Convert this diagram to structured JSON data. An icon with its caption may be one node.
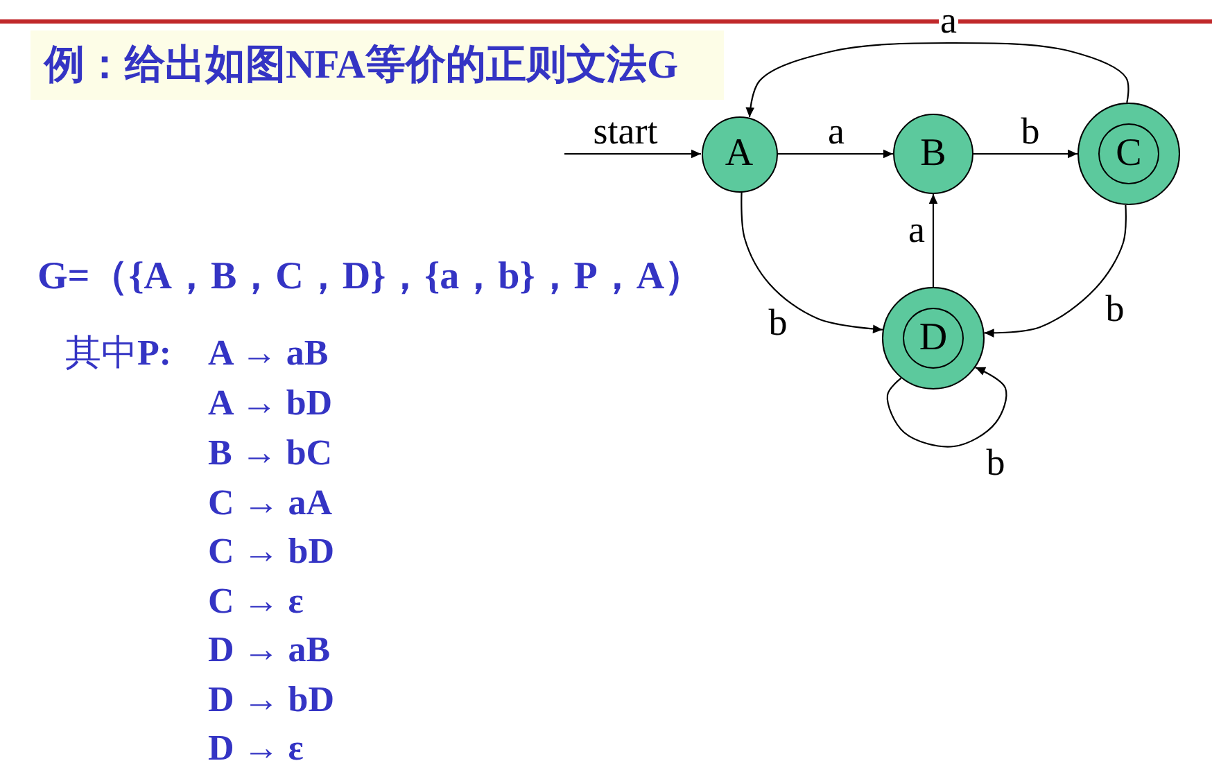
{
  "diagram": {
    "title": "例：给出如图NFA等价的正则文法G",
    "nodes": [
      {
        "text": [
          "A"
        ]
      },
      {
        "text": [
          "B"
        ]
      },
      {
        "text": [
          "C"
        ]
      },
      {
        "text": [
          "D"
        ]
      }
    ],
    "edges": [
      {
        "from": null,
        "to": 0,
        "arrow": "to",
        "label": "start"
      },
      {
        "from": 0,
        "to": 1,
        "arrow": "to",
        "label": "a"
      },
      {
        "from": 1,
        "to": 2,
        "arrow": "to",
        "label": "b"
      },
      {
        "from": 2,
        "to": 0,
        "arrow": "to",
        "label": "a"
      },
      {
        "from": 0,
        "to": 3,
        "arrow": "to",
        "label": "b"
      },
      {
        "from": 2,
        "to": 3,
        "arrow": "to",
        "label": "b"
      },
      {
        "from": 3,
        "to": 1,
        "arrow": "to",
        "label": "a"
      },
      {
        "from": 3,
        "to": 3,
        "arrow": "to",
        "label": "b"
      }
    ],
    "labels": [
      "G=（{A，B，C，D}，{a，b}，P，A）",
      "其中**P:**",
      "A → aB",
      "A → bD",
      "B → bC",
      "C → aA",
      "C → bD",
      "C → ε",
      "D → aB",
      "D → bD",
      "D → ε"
    ]
  }
}
